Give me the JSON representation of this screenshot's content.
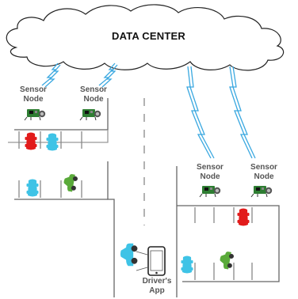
{
  "cloud": {
    "title": "DATA CENTER"
  },
  "nodes": [
    {
      "line1": "Sensor",
      "line2": "Node"
    },
    {
      "line1": "Sensor",
      "line2": "Node"
    },
    {
      "line1": "Sensor",
      "line2": "Node"
    },
    {
      "line1": "Sensor",
      "line2": "Node"
    }
  ],
  "app": {
    "line1": "Driver's",
    "line2": "App"
  },
  "colors": {
    "car_red": "#e21b1b",
    "car_blue": "#3ec3e6",
    "car_green": "#5aaa3a",
    "lightning": "#3aa8e0",
    "phone_outline": "#222222"
  },
  "icons": [
    "cloud-icon",
    "lightning-icon",
    "sensor-node-icon",
    "car-icon",
    "smartphone-icon"
  ]
}
